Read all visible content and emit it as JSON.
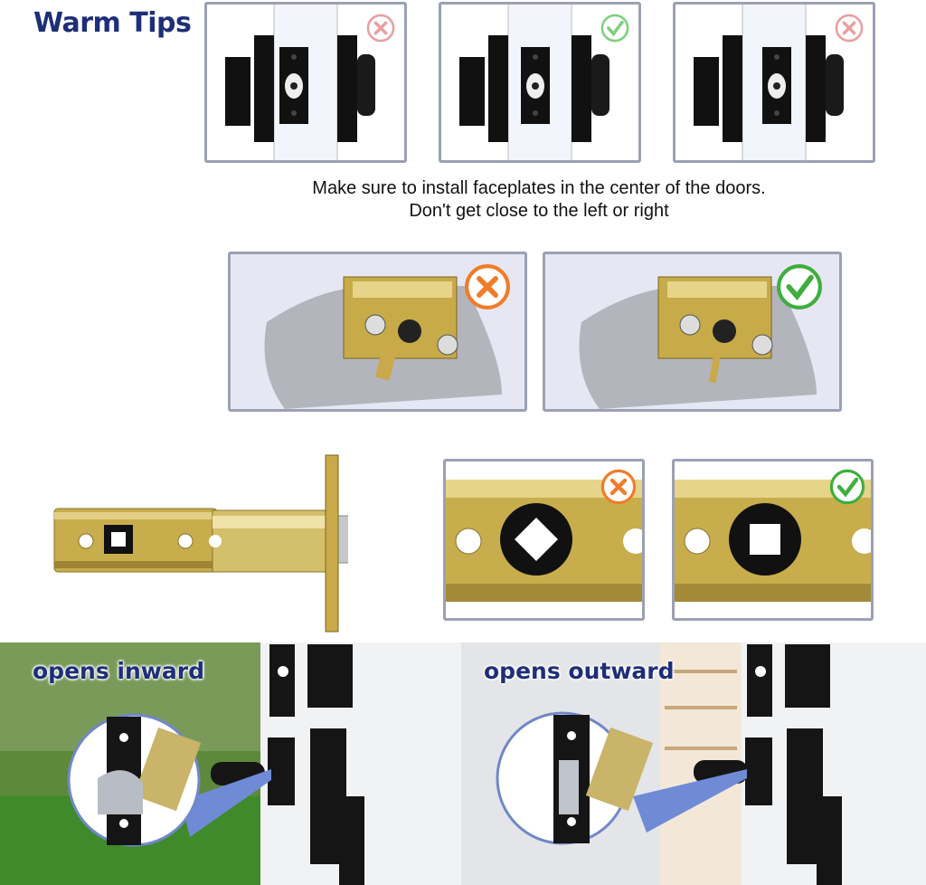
{
  "title": "Warm Tips",
  "faceplate_tip": {
    "line1": "Make sure to install faceplates in the center of the doors.",
    "line2": "Don't get close to the left or right",
    "panels": [
      {
        "position": "left",
        "status": "wrong",
        "icon": "x-circle-icon"
      },
      {
        "position": "center",
        "status": "correct",
        "icon": "check-circle-icon"
      },
      {
        "position": "right",
        "status": "wrong",
        "icon": "x-circle-icon"
      }
    ]
  },
  "cam_tip": {
    "panels": [
      {
        "status": "wrong",
        "icon": "x-circle-icon"
      },
      {
        "status": "correct",
        "icon": "check-circle-icon"
      }
    ]
  },
  "latch_tip": {
    "panels": [
      {
        "hole_shape": "diamond",
        "status": "wrong",
        "icon": "x-circle-icon"
      },
      {
        "hole_shape": "square",
        "status": "correct",
        "icon": "check-circle-icon"
      }
    ]
  },
  "door_direction": {
    "inward_label": "opens inward",
    "outward_label": "opens outward"
  },
  "colors": {
    "title": "#1e2f78",
    "wrong_faded": "#e8a0a0",
    "correct_faded": "#7fcf7f",
    "wrong": "#f07c2a",
    "correct": "#3fae3f",
    "brass": "#c9a94a",
    "border": "#9ba1b3"
  }
}
